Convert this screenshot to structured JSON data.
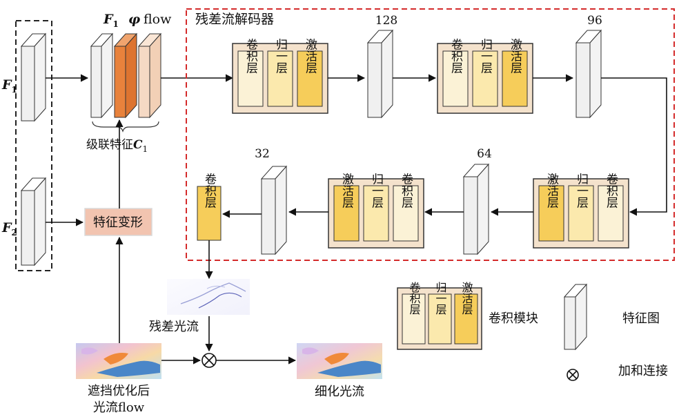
{
  "inputs": {
    "f1": "F",
    "f1_sub": "1",
    "f2": "F",
    "f2_sub": "2"
  },
  "concat": {
    "f1": "F",
    "f1_sub": "1",
    "phi": "φ",
    "flow": "flow",
    "label": "级联特征",
    "label_c": "C",
    "label_c_sub": "1"
  },
  "feature_warp": "特征变形",
  "decoder": {
    "title": "残差流解码器",
    "channels": [
      "128",
      "96",
      "64",
      "32"
    ],
    "layers": {
      "conv": "卷积层",
      "norm": "归一层",
      "act": "激活层"
    }
  },
  "images": {
    "residual_flow": "残差光流",
    "occlusion_flow_line1": "遮挡优化后",
    "occlusion_flow_line2": "光流flow",
    "refined_flow": "细化光流"
  },
  "legend": {
    "conv_block": "卷积模块",
    "feature_map": "特征图",
    "add_concat": "加和连接",
    "conv": "卷积层",
    "norm": "归一层",
    "act": "激活层"
  },
  "colors": {
    "module_bg": "#f4e2cc",
    "conv": "#fbf2d6",
    "norm": "#fbe9ad",
    "act": "#f6cd5a",
    "phi": "#e8823c",
    "flow_layer": "#f5d9c4",
    "warp": "#f2c4b0",
    "dashed_red": "#d42a2a"
  }
}
